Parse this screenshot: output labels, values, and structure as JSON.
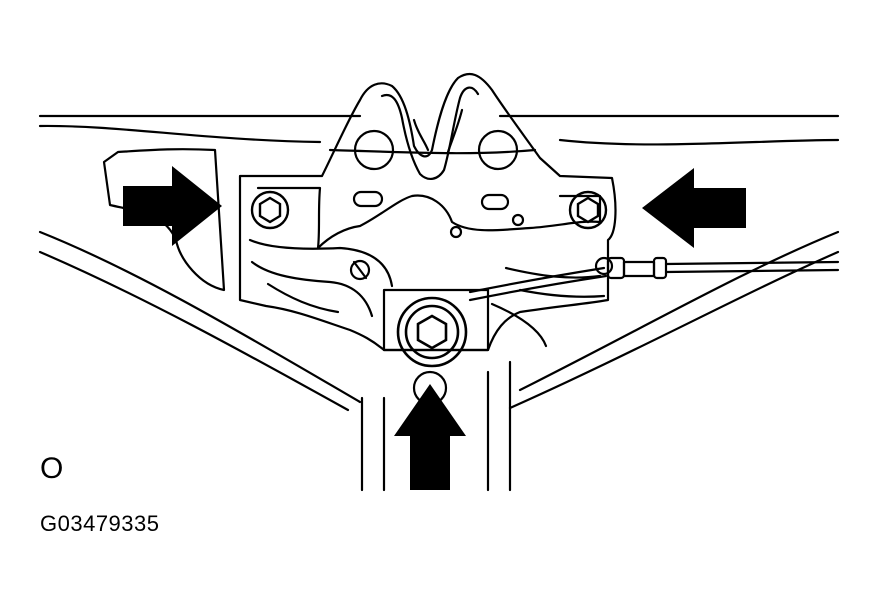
{
  "figure": {
    "corner_mark": "O",
    "code": "G03479335"
  },
  "arrows": [
    {
      "name": "left-bolt-arrow",
      "direction": "right"
    },
    {
      "name": "right-bolt-arrow",
      "direction": "left"
    },
    {
      "name": "bottom-bolt-arrow",
      "direction": "up"
    }
  ],
  "colors": {
    "line": "#000000",
    "background": "#ffffff"
  }
}
